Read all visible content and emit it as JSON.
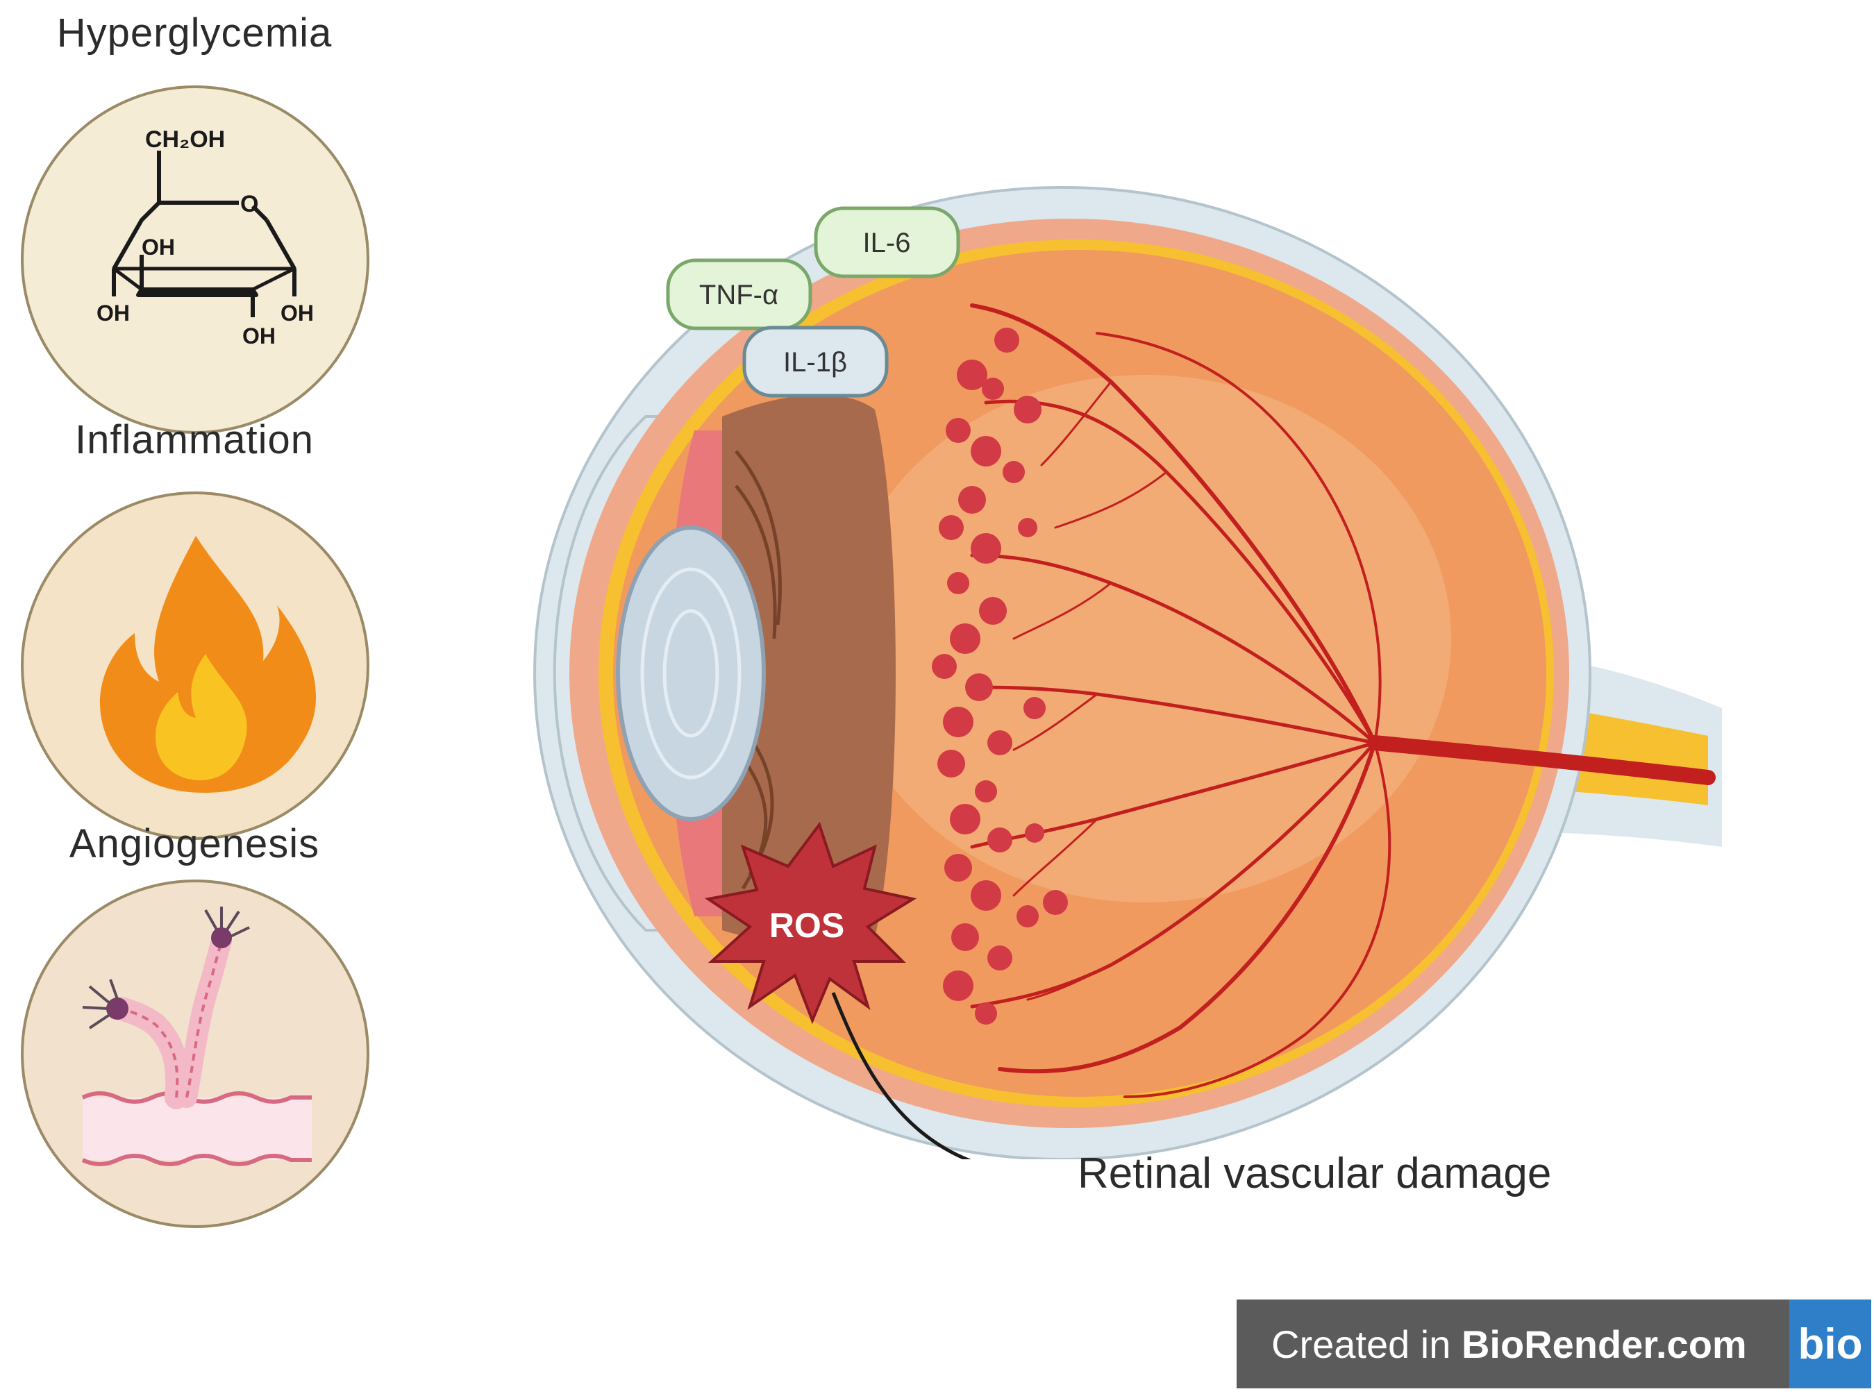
{
  "panels": [
    {
      "title": "Hyperglycemia",
      "icon": "glucose-molecule-icon"
    },
    {
      "title": "Inflammation",
      "icon": "flame-icon"
    },
    {
      "title": "Angiogenesis",
      "icon": "blood-vessel-sprouting-icon"
    }
  ],
  "glucose": {
    "ch2oh": "CH₂OH",
    "o": "O",
    "oh_top": "OH",
    "oh_left": "OH",
    "oh_right": "OH",
    "oh_bottom": "OH"
  },
  "cytokines": {
    "il6": "IL-6",
    "tnf": "TNF-α",
    "il1b": "IL-1β"
  },
  "ros_label": "ROS",
  "caption": "Retinal vascular damage",
  "badge": {
    "prefix": "Created in ",
    "brand": "BioRender.com",
    "logo": "bio"
  },
  "colors": {
    "sclera": "#dce8ee",
    "choroid": "#f0a88a",
    "retina_layer": "#f6c030",
    "interior": "#f09a60",
    "vessel": "#c21f1f",
    "ros": "#c0323a",
    "cornea": "#3a6f96"
  }
}
